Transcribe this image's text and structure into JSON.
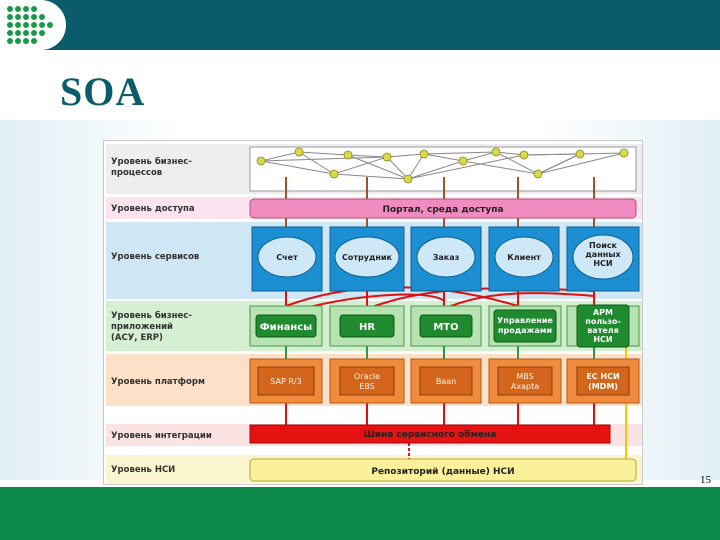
{
  "slide": {
    "title": "SOA",
    "page_number": "15"
  },
  "colors": {
    "header": "#0b5c6b",
    "footer": "#0b8a4a",
    "title": "#0b5c6b"
  },
  "diagram": {
    "levels": [
      {
        "lines": [
          "Уровень бизнес-",
          "процессов"
        ]
      },
      {
        "lines": [
          "Уровень доступа"
        ]
      },
      {
        "lines": [
          "Уровень сервисов"
        ]
      },
      {
        "lines": [
          "Уровень бизнес-",
          "приложений",
          "(АСУ, ERP)"
        ]
      },
      {
        "lines": [
          "Уровень платформ"
        ]
      },
      {
        "lines": [
          "Уровень интеграции"
        ]
      },
      {
        "lines": [
          "Уровень НСИ"
        ]
      }
    ],
    "access_bar": "Портал, среда доступа",
    "services": [
      {
        "lines": [
          "Счет"
        ]
      },
      {
        "lines": [
          "Сотрудник"
        ]
      },
      {
        "lines": [
          "Заказ"
        ]
      },
      {
        "lines": [
          "Клиент"
        ]
      },
      {
        "lines": [
          "Поиск",
          "данных",
          "НСИ"
        ]
      }
    ],
    "applications": [
      {
        "lines": [
          "Финансы"
        ]
      },
      {
        "lines": [
          "HR"
        ]
      },
      {
        "lines": [
          "МТО"
        ]
      },
      {
        "lines": [
          "Управление",
          "продажами"
        ]
      },
      {
        "lines": [
          "АРМ",
          "пользо-",
          "вателя",
          "НСИ"
        ]
      }
    ],
    "platforms": [
      {
        "lines": [
          "SAP R/3"
        ]
      },
      {
        "lines": [
          "Oracle",
          "EBS"
        ]
      },
      {
        "lines": [
          "Baan"
        ]
      },
      {
        "lines": [
          "MBS",
          "Axapta"
        ]
      },
      {
        "lines": [
          "ЕС НСИ",
          "(MDM)"
        ]
      }
    ],
    "integration_bar": "Шина сервисного обмена",
    "nsi_bar": "Репозиторий (данные) НСИ"
  }
}
